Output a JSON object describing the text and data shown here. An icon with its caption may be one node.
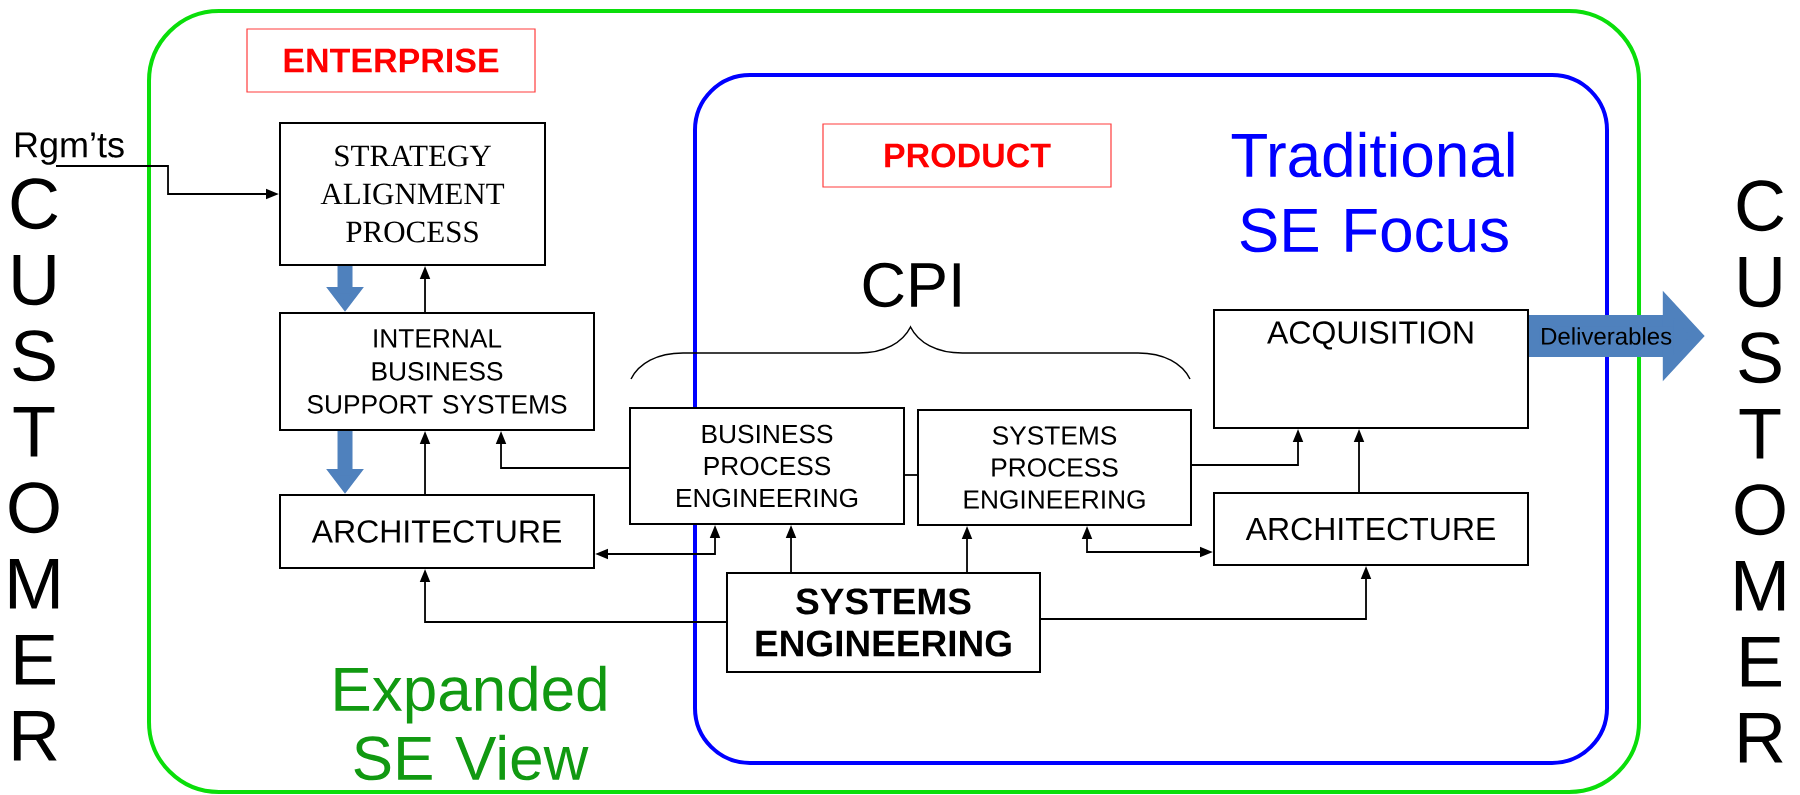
{
  "diagram": {
    "nodes": [
      {
        "text": [
          "Expanded SE View"
        ]
      },
      {
        "text": [
          "ENTERPRISE"
        ],
        "in": 0
      },
      {
        "text": [
          "STRATEGY ALIGNMENT PROCESS"
        ],
        "in": 0
      },
      {
        "text": [
          "INTERNAL BUSINESS SUPPORT SYSTEMS"
        ],
        "in": 0
      },
      {
        "text": [
          "ARCHITECTURE"
        ],
        "in": 0
      },
      {
        "text": [
          "Traditional SE Focus"
        ],
        "in": 0
      },
      {
        "text": [
          "PRODUCT"
        ],
        "in": 5
      },
      {
        "text": [
          "BUSINESS PROCESS ENGINEERING"
        ],
        "in": 0
      },
      {
        "text": [
          "SYSTEMS PROCESS ENGINEERING"
        ],
        "in": 5
      },
      {
        "text": [
          "ACQUISITION"
        ],
        "in": 5
      },
      {
        "text": [
          "ARCHITECTURE"
        ],
        "in": 5
      },
      {
        "text": [
          "SYSTEMS ENGINEERING"
        ],
        "in": 5
      },
      {
        "text": [
          "Rgm’ts"
        ]
      },
      {
        "text": [
          "CUSTOMER"
        ]
      }
    ],
    "edges": [
      {
        "from": 12,
        "to": 2,
        "arrow": "to"
      },
      {
        "from": 2,
        "to": 3,
        "arrow": "to",
        "style": "thick",
        "color": "#4f81bd"
      },
      {
        "from": 3,
        "to": 2,
        "arrow": "to"
      },
      {
        "from": 3,
        "to": 4,
        "arrow": "to",
        "style": "thick",
        "color": "#4f81bd"
      },
      {
        "from": 4,
        "to": 3,
        "arrow": "to"
      },
      {
        "from": 7,
        "to": 3,
        "arrow": "to"
      },
      {
        "from": 7,
        "to": 8,
        "arrow": "none"
      },
      {
        "from": 8,
        "to": 9,
        "arrow": "to"
      },
      {
        "from": 10,
        "to": 9,
        "arrow": "to"
      },
      {
        "from": 4,
        "to": 7,
        "arrow": "both"
      },
      {
        "from": 8,
        "to": 10,
        "arrow": "both"
      },
      {
        "from": 11,
        "to": 7,
        "arrow": "to"
      },
      {
        "from": 11,
        "to": 8,
        "arrow": "to"
      },
      {
        "from": 11,
        "to": 4,
        "arrow": "to"
      },
      {
        "from": 11,
        "to": 10,
        "arrow": "to"
      },
      {
        "from": 9,
        "to": 13,
        "arrow": "to",
        "label": "Deliverables",
        "style": "thick",
        "color": "#4f81bd"
      }
    ],
    "labels": [
      "CUSTOMER",
      "CPI"
    ]
  }
}
